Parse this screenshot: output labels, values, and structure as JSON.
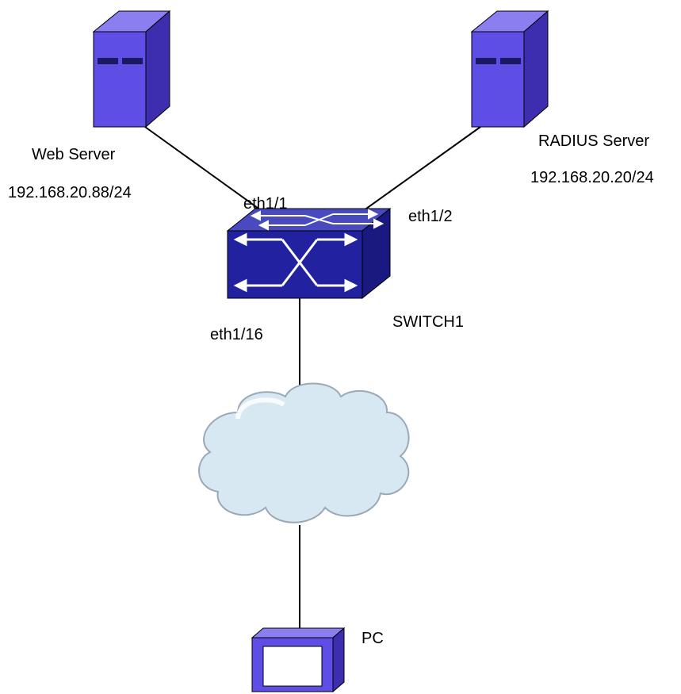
{
  "nodes": {
    "web_server": {
      "name": "Web Server",
      "ip": "192.168.20.88/24"
    },
    "radius_server": {
      "name": "RADIUS Server",
      "ip": "192.168.20.20/24"
    },
    "switch": {
      "name": "SWITCH1"
    },
    "pc": {
      "name": "PC"
    }
  },
  "ports": {
    "web": "eth1/1",
    "radius": "eth1/2",
    "downlink": "eth1/16"
  },
  "colors": {
    "device_front": "#5e4ee6",
    "device_side": "#3d2eb0",
    "device_top": "#8a7ef0",
    "switch_front": "#2222a0",
    "switch_top": "#4a4ac0",
    "cloud": "#d8e8f2",
    "link": "#000000"
  }
}
